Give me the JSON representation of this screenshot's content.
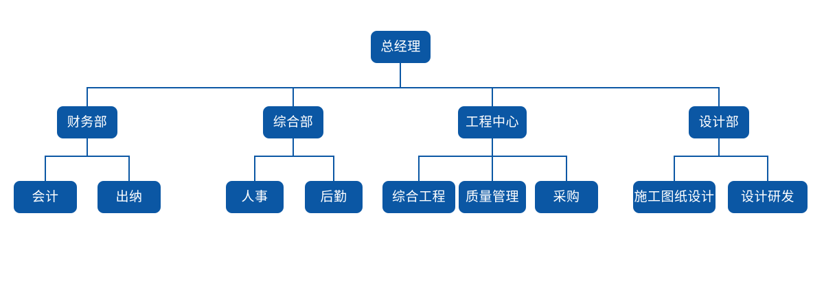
{
  "chart": {
    "type": "org-chart",
    "title": "",
    "accent_color": "#0B57A4",
    "text_color": "#FFFFFF",
    "background_color": "#FFFFFF",
    "levels": 3,
    "root": {
      "label": "总经理",
      "children": [
        {
          "label": "财务部",
          "children": [
            {
              "label": "会计"
            },
            {
              "label": "出纳"
            }
          ]
        },
        {
          "label": "综合部",
          "children": [
            {
              "label": "人事"
            },
            {
              "label": "后勤"
            }
          ]
        },
        {
          "label": "工程中心",
          "children": [
            {
              "label": "综合工程"
            },
            {
              "label": "质量管理"
            },
            {
              "label": "采购"
            }
          ]
        },
        {
          "label": "设计部",
          "children": [
            {
              "label": "施工图纸设计"
            },
            {
              "label": "设计研发"
            }
          ]
        }
      ]
    },
    "nodes": {
      "root": "总经理",
      "dept_finance": "财务部",
      "dept_general": "综合部",
      "dept_engineering": "工程中心",
      "dept_design": "设计部",
      "unit_accounting": "会计",
      "unit_cashier": "出纳",
      "unit_hr": "人事",
      "unit_logistics": "后勤",
      "unit_general_engineering": "综合工程",
      "unit_quality": "质量管理",
      "unit_procurement": "采购",
      "unit_construction_drawing": "施工图纸设计",
      "unit_design_rd": "设计研发"
    }
  }
}
